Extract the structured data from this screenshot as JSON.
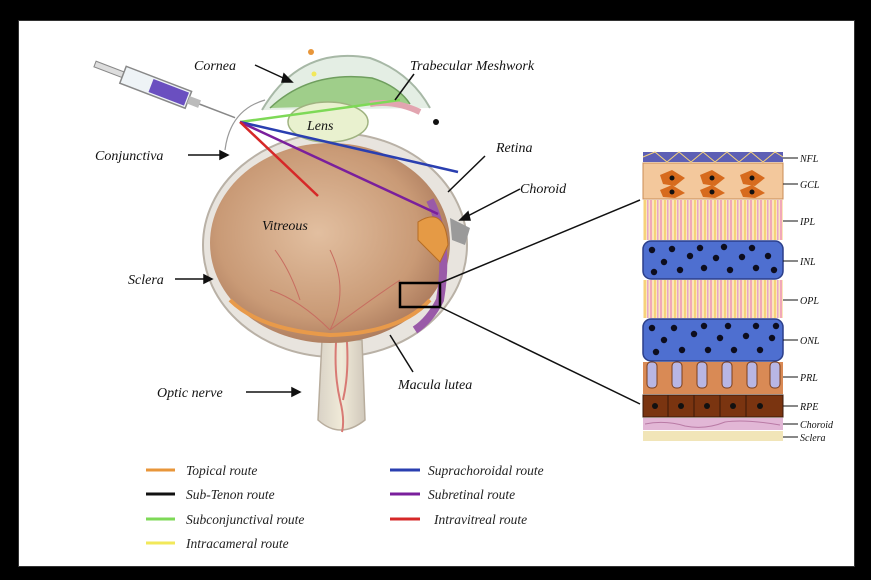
{
  "labels": {
    "cornea": "Cornea",
    "trabecular": "Trabecular Meshwork",
    "lens": "Lens",
    "conjunctiva": "Conjunctiva",
    "retina": "Retina",
    "choroid": "Choroid",
    "vitreous": "Vitreous",
    "sclera": "Sclera",
    "optic_nerve": "Optic nerve",
    "macula": "Macula lutea"
  },
  "layers": [
    "NFL",
    "GCL",
    "IPL",
    "INL",
    "OPL",
    "ONL",
    "PRL",
    "RPE",
    "Choroid",
    "Sclera"
  ],
  "legend": [
    {
      "label": "Topical route",
      "color": "#e8963a"
    },
    {
      "label": "Sub-Tenon route",
      "color": "#111111"
    },
    {
      "label": "Subconjunctival route",
      "color": "#7ed957"
    },
    {
      "label": "Intracameral route",
      "color": "#f2e85a"
    },
    {
      "label": "Suprachoroidal route",
      "color": "#2a3fb0"
    },
    {
      "label": "Subretinal route",
      "color": "#7a1f9c"
    },
    {
      "label": "Intravitreal route",
      "color": "#d62828"
    }
  ]
}
